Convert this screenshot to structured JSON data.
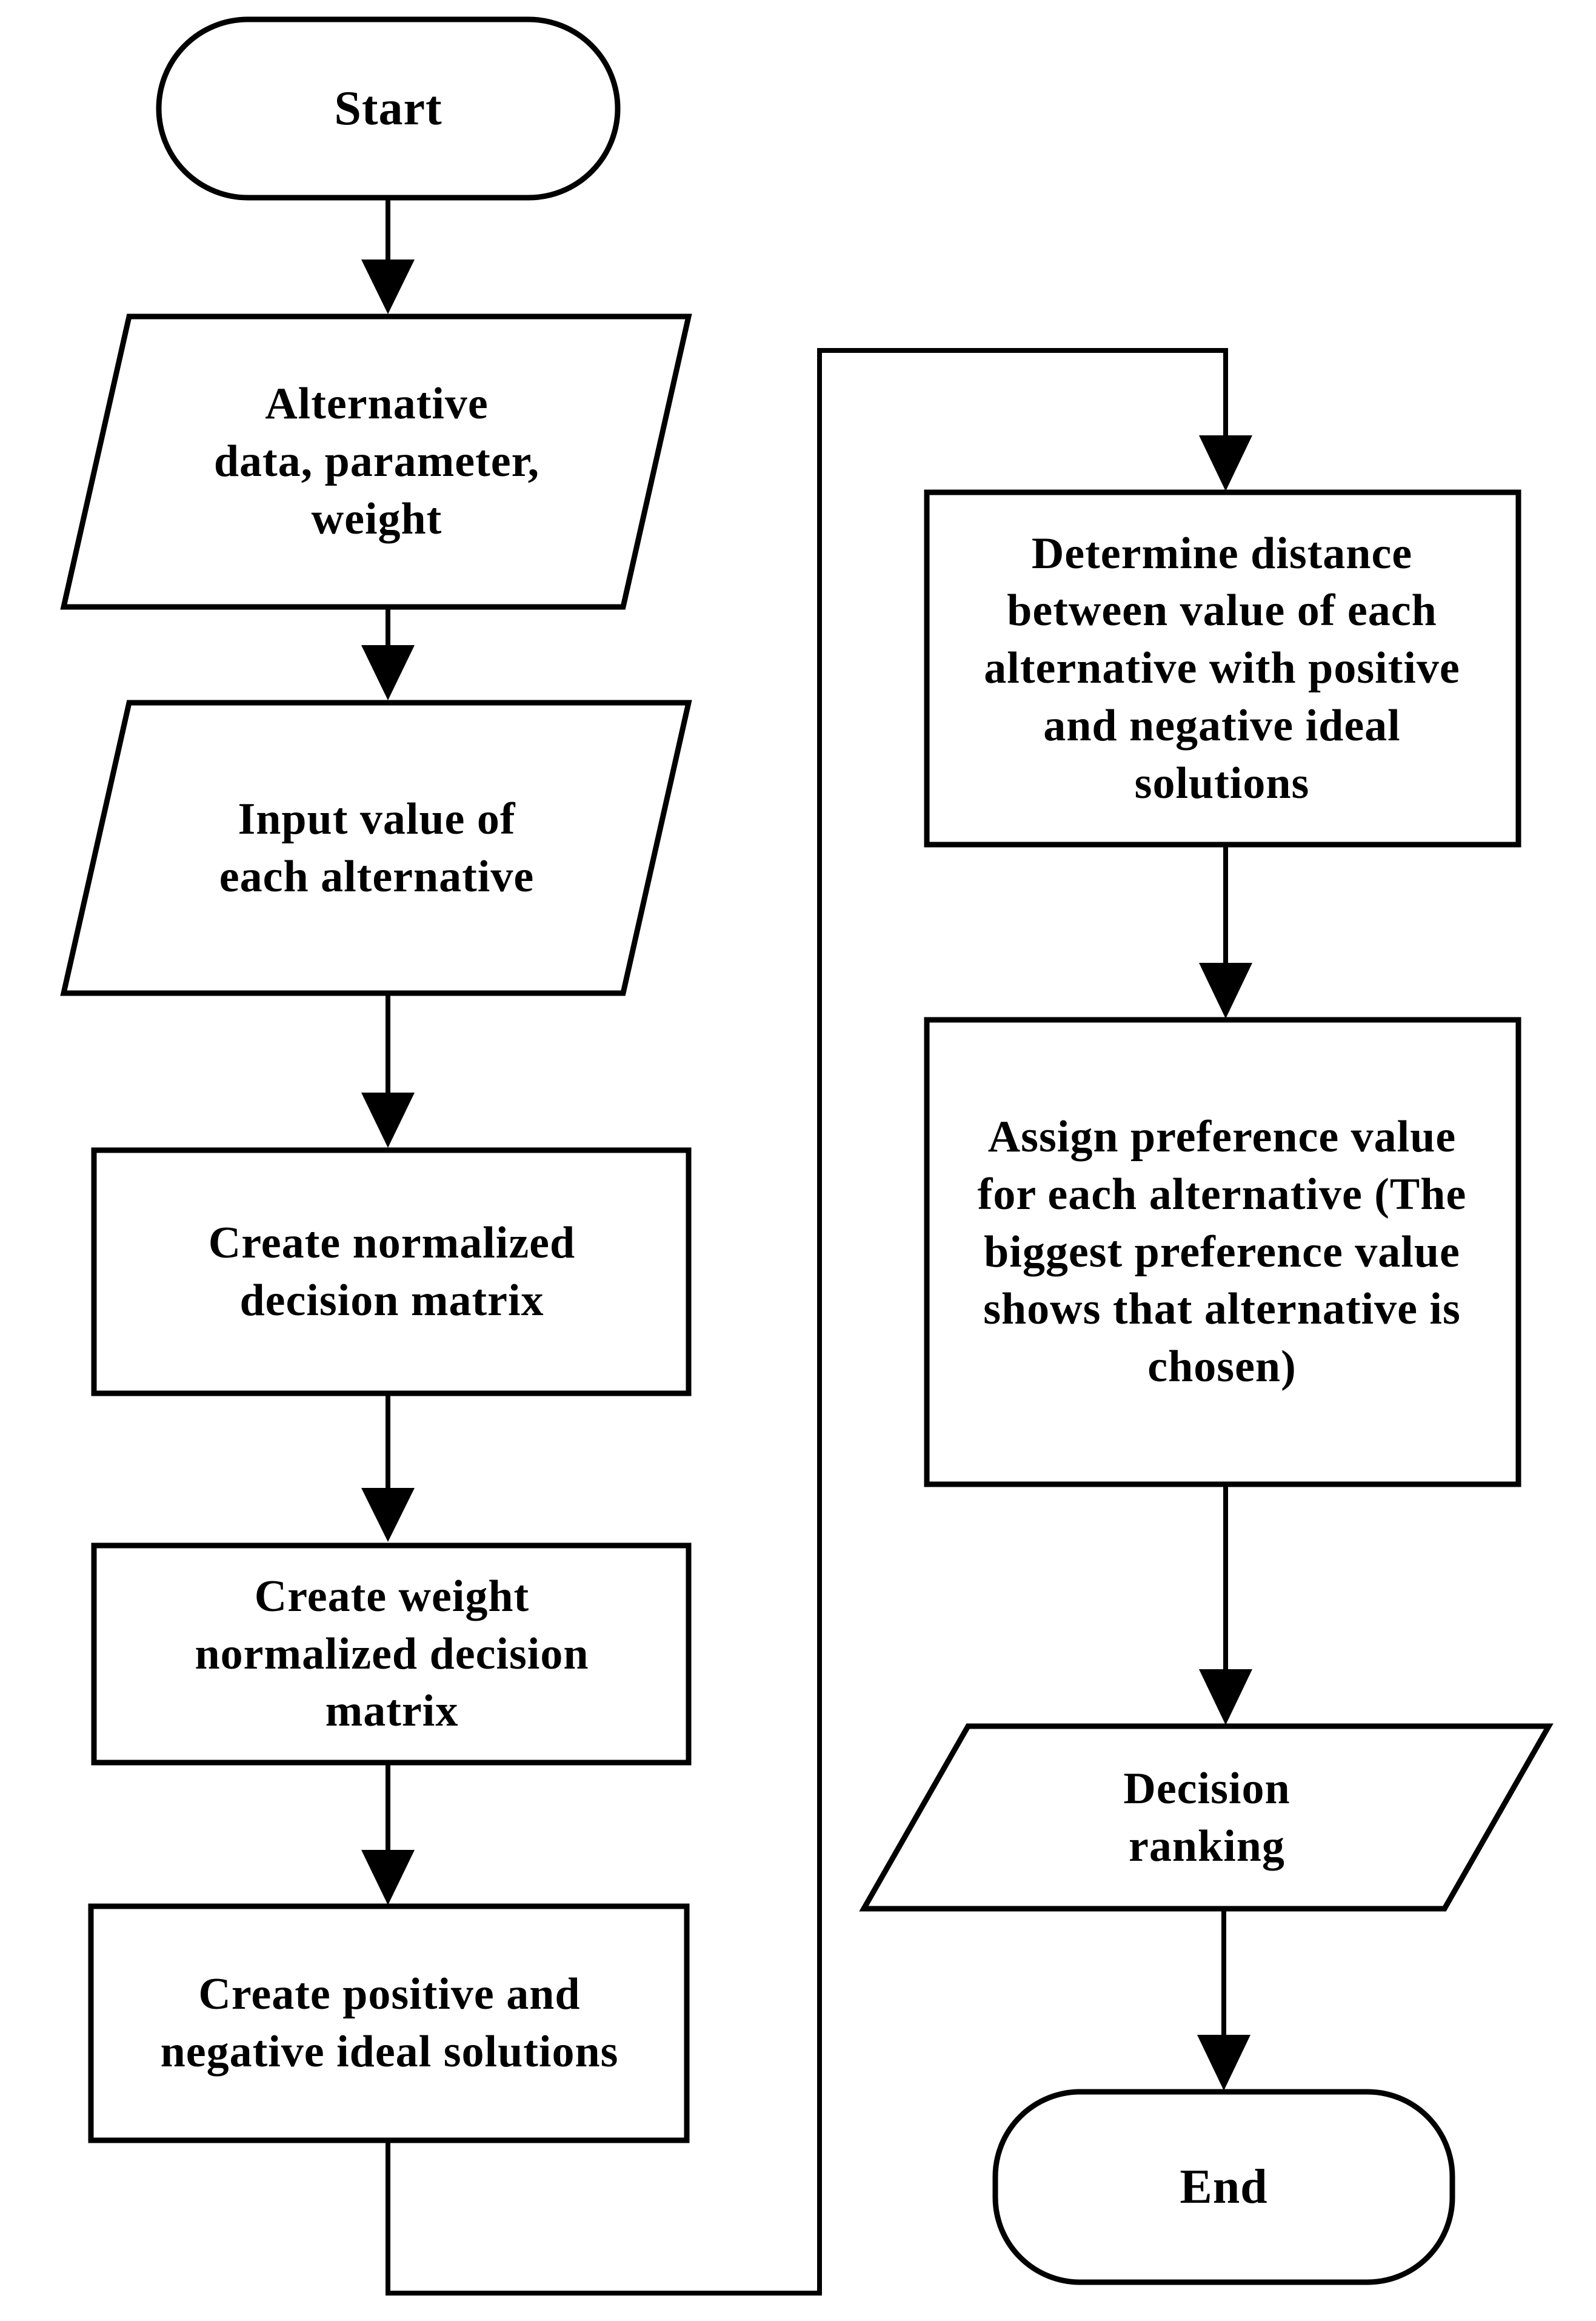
{
  "figure": {
    "kind": "flowchart",
    "title": "TOPSIS decision flowchart",
    "background_color": "#ffffff",
    "stroke_color": "#000000",
    "shape_fill_color": "#ffffff",
    "text_color": "#000000"
  },
  "nodes": {
    "start": {
      "type": "terminator",
      "label": "Start"
    },
    "alternative_data": {
      "type": "data-parallelogram",
      "label": "Alternative\ndata, parameter,\nweight"
    },
    "input_value": {
      "type": "data-parallelogram",
      "label": "Input value of\neach alternative"
    },
    "create_normalized": {
      "type": "process",
      "label": "Create normalized\ndecision matrix"
    },
    "create_weight_normalized": {
      "type": "process",
      "label": "Create weight\nnormalized decision\nmatrix"
    },
    "create_ideal_solutions": {
      "type": "process",
      "label": "Create positive and\nnegative ideal solutions"
    },
    "determine_distance": {
      "type": "process",
      "label": "Determine distance\nbetween value of each\nalternative with positive\nand negative ideal\nsolutions"
    },
    "assign_preference": {
      "type": "process",
      "label": "Assign preference value\nfor each alternative (The\nbiggest preference value\nshows that alternative is\nchosen)"
    },
    "decision_ranking": {
      "type": "data-parallelogram",
      "label": "Decision\nranking"
    },
    "end": {
      "type": "terminator",
      "label": "End"
    }
  },
  "edges": [
    {
      "from": "start",
      "to": "alternative_data"
    },
    {
      "from": "alternative_data",
      "to": "input_value"
    },
    {
      "from": "input_value",
      "to": "create_normalized"
    },
    {
      "from": "create_normalized",
      "to": "create_weight_normalized"
    },
    {
      "from": "create_weight_normalized",
      "to": "create_ideal_solutions"
    },
    {
      "from": "create_ideal_solutions",
      "to": "determine_distance"
    },
    {
      "from": "determine_distance",
      "to": "assign_preference"
    },
    {
      "from": "assign_preference",
      "to": "decision_ranking"
    },
    {
      "from": "decision_ranking",
      "to": "end"
    }
  ]
}
